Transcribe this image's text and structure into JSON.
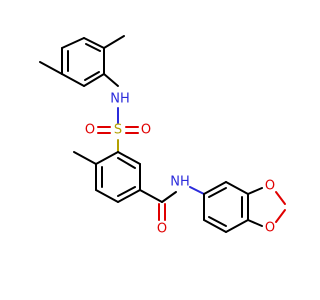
{
  "colors": {
    "carbon_bond": "#000000",
    "nitrogen": "#2b2bdb",
    "oxygen": "#e00000",
    "sulfur": "#b3a000",
    "background": "#ffffff"
  },
  "atom_labels": {
    "sulfonamide_nh": "NH",
    "sulfonyl_o_left": "O",
    "sulfur": "S",
    "sulfonyl_o_right": "O",
    "amide_nh": "NH",
    "amide_o": "O",
    "dioxole_o_top": "O",
    "dioxole_o_bottom": "O"
  }
}
